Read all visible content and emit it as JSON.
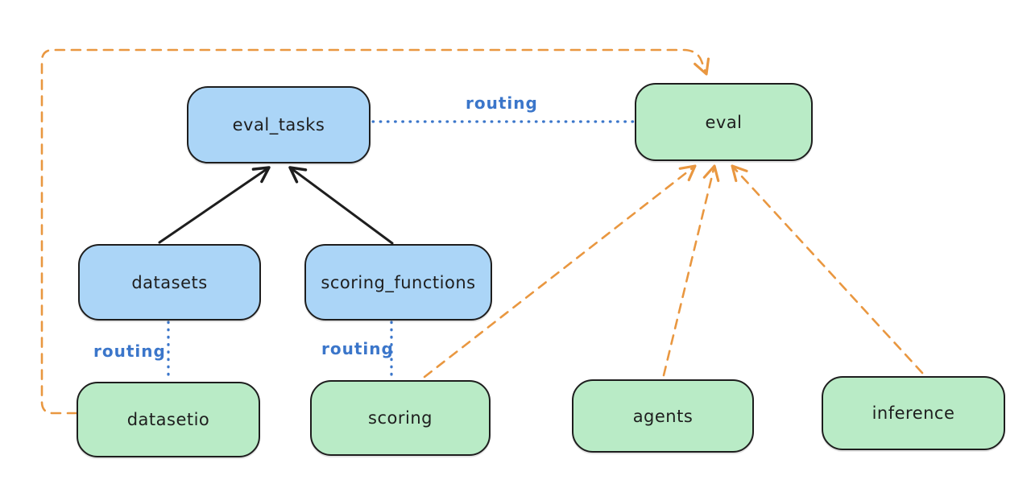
{
  "diagram": {
    "nodes": {
      "eval_tasks": "eval_tasks",
      "eval": "eval",
      "datasets": "datasets",
      "scoring_functions": "scoring_functions",
      "datasetio": "datasetio",
      "scoring": "scoring",
      "agents": "agents",
      "inference": "inference"
    },
    "labels": {
      "routing": "routing"
    },
    "colors": {
      "api_node_fill": "#abd5f7",
      "provider_node_fill": "#b9ebc6",
      "node_border": "#1e1e1e",
      "node_text": "#1e1e1e",
      "routing_line": "#3b76ca",
      "dependency_line": "#e99740",
      "solid_arrow": "#1e1e1e",
      "background": "#ffffff"
    }
  }
}
